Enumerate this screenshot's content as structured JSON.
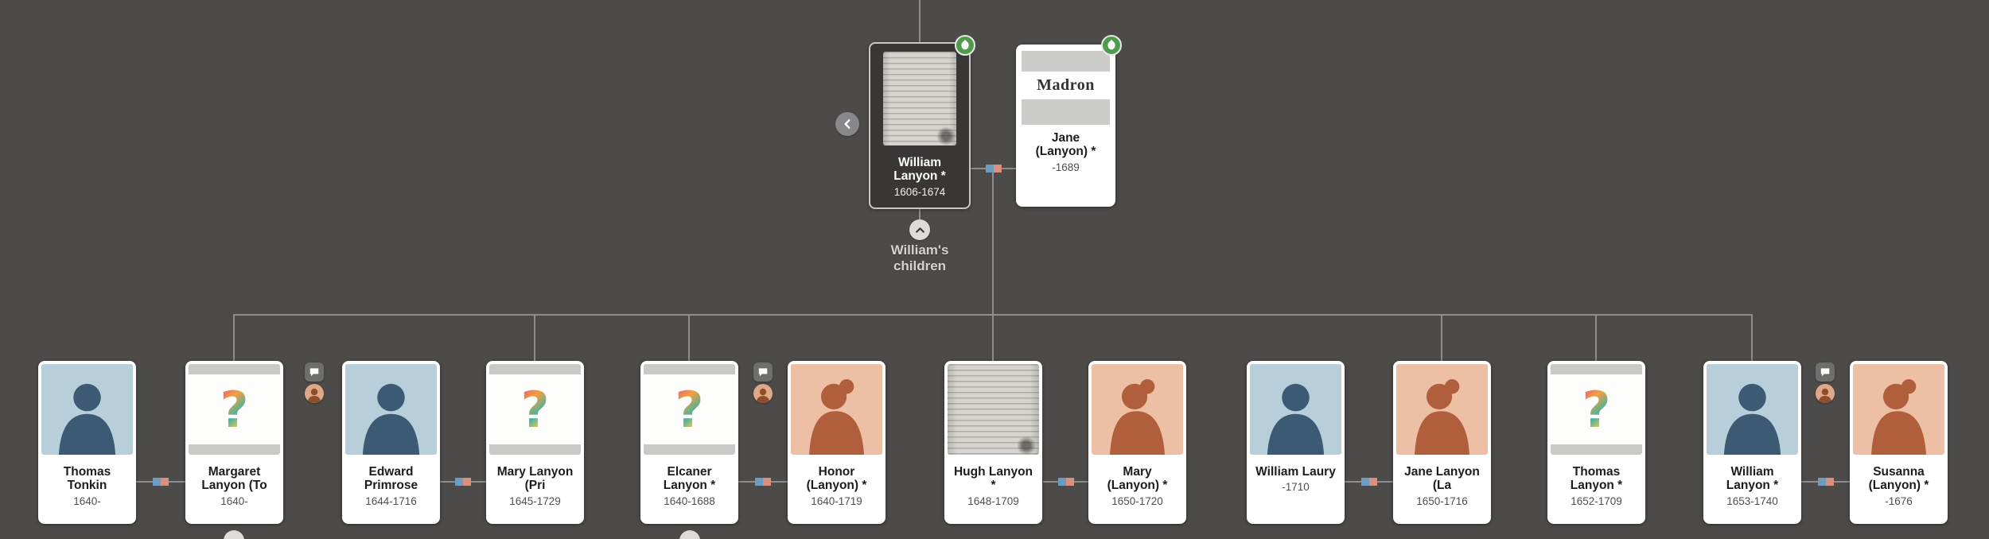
{
  "appearance": {
    "background": "#4c4b49",
    "line_color": "#8d8d8b",
    "male_silhouette_bg": "#b7cedb",
    "male_silhouette_fg": "#3d5a75",
    "female_silhouette_bg": "#edc0a5",
    "female_silhouette_fg": "#b05e3c",
    "couple_male_color": "#6d9cc0",
    "couple_female_color": "#d9907e",
    "hint_leaf_color": "#4e9b4e"
  },
  "icons": {
    "hint_leaf": "leaf-icon",
    "collapse_children": "chevron-up-icon",
    "show_more_left": "chevron-left-icon",
    "comment_hint": "speech-bubble-icon",
    "person_hint": "person-icon",
    "expand_children": "chevron-down-icon",
    "question_glyph": "?"
  },
  "parents": {
    "father": {
      "name": "William Lanyon *",
      "dates": "1606-1674",
      "image": "document-scan"
    },
    "mother": {
      "name": "Jane (Lanyon) *",
      "dates": "-1689",
      "image": "record-snippet",
      "record_text": "Madron"
    },
    "children_label": "William's children"
  },
  "children": [
    {
      "name": "Thomas Tonkin",
      "dates": "1640-",
      "image": "male-silhouette"
    },
    {
      "name": "Margaret Lanyon (To",
      "dates": "1640-",
      "image": "question-mark"
    },
    {
      "name": "Edward Primrose",
      "dates": "1644-1716",
      "image": "male-silhouette"
    },
    {
      "name": "Mary Lanyon (Pri",
      "dates": "1645-1729",
      "image": "question-mark"
    },
    {
      "name": "Elcaner Lanyon *",
      "dates": "1640-1688",
      "image": "question-mark"
    },
    {
      "name": "Honor (Lanyon) *",
      "dates": "1640-1719",
      "image": "female-silhouette"
    },
    {
      "name": "Hugh Lanyon *",
      "dates": "1648-1709",
      "image": "document-scan"
    },
    {
      "name": "Mary (Lanyon) *",
      "dates": "1650-1720",
      "image": "female-silhouette"
    },
    {
      "name": "William Laury",
      "dates": "-1710",
      "image": "male-silhouette"
    },
    {
      "name": "Jane Lanyon (La",
      "dates": "1650-1716",
      "image": "female-silhouette"
    },
    {
      "name": "Thomas Lanyon *",
      "dates": "1652-1709",
      "image": "question-mark"
    },
    {
      "name": "William Lanyon *",
      "dates": "1653-1740",
      "image": "male-silhouette"
    },
    {
      "name": "Susanna (Lanyon) *",
      "dates": "-1676",
      "image": "female-silhouette"
    }
  ]
}
